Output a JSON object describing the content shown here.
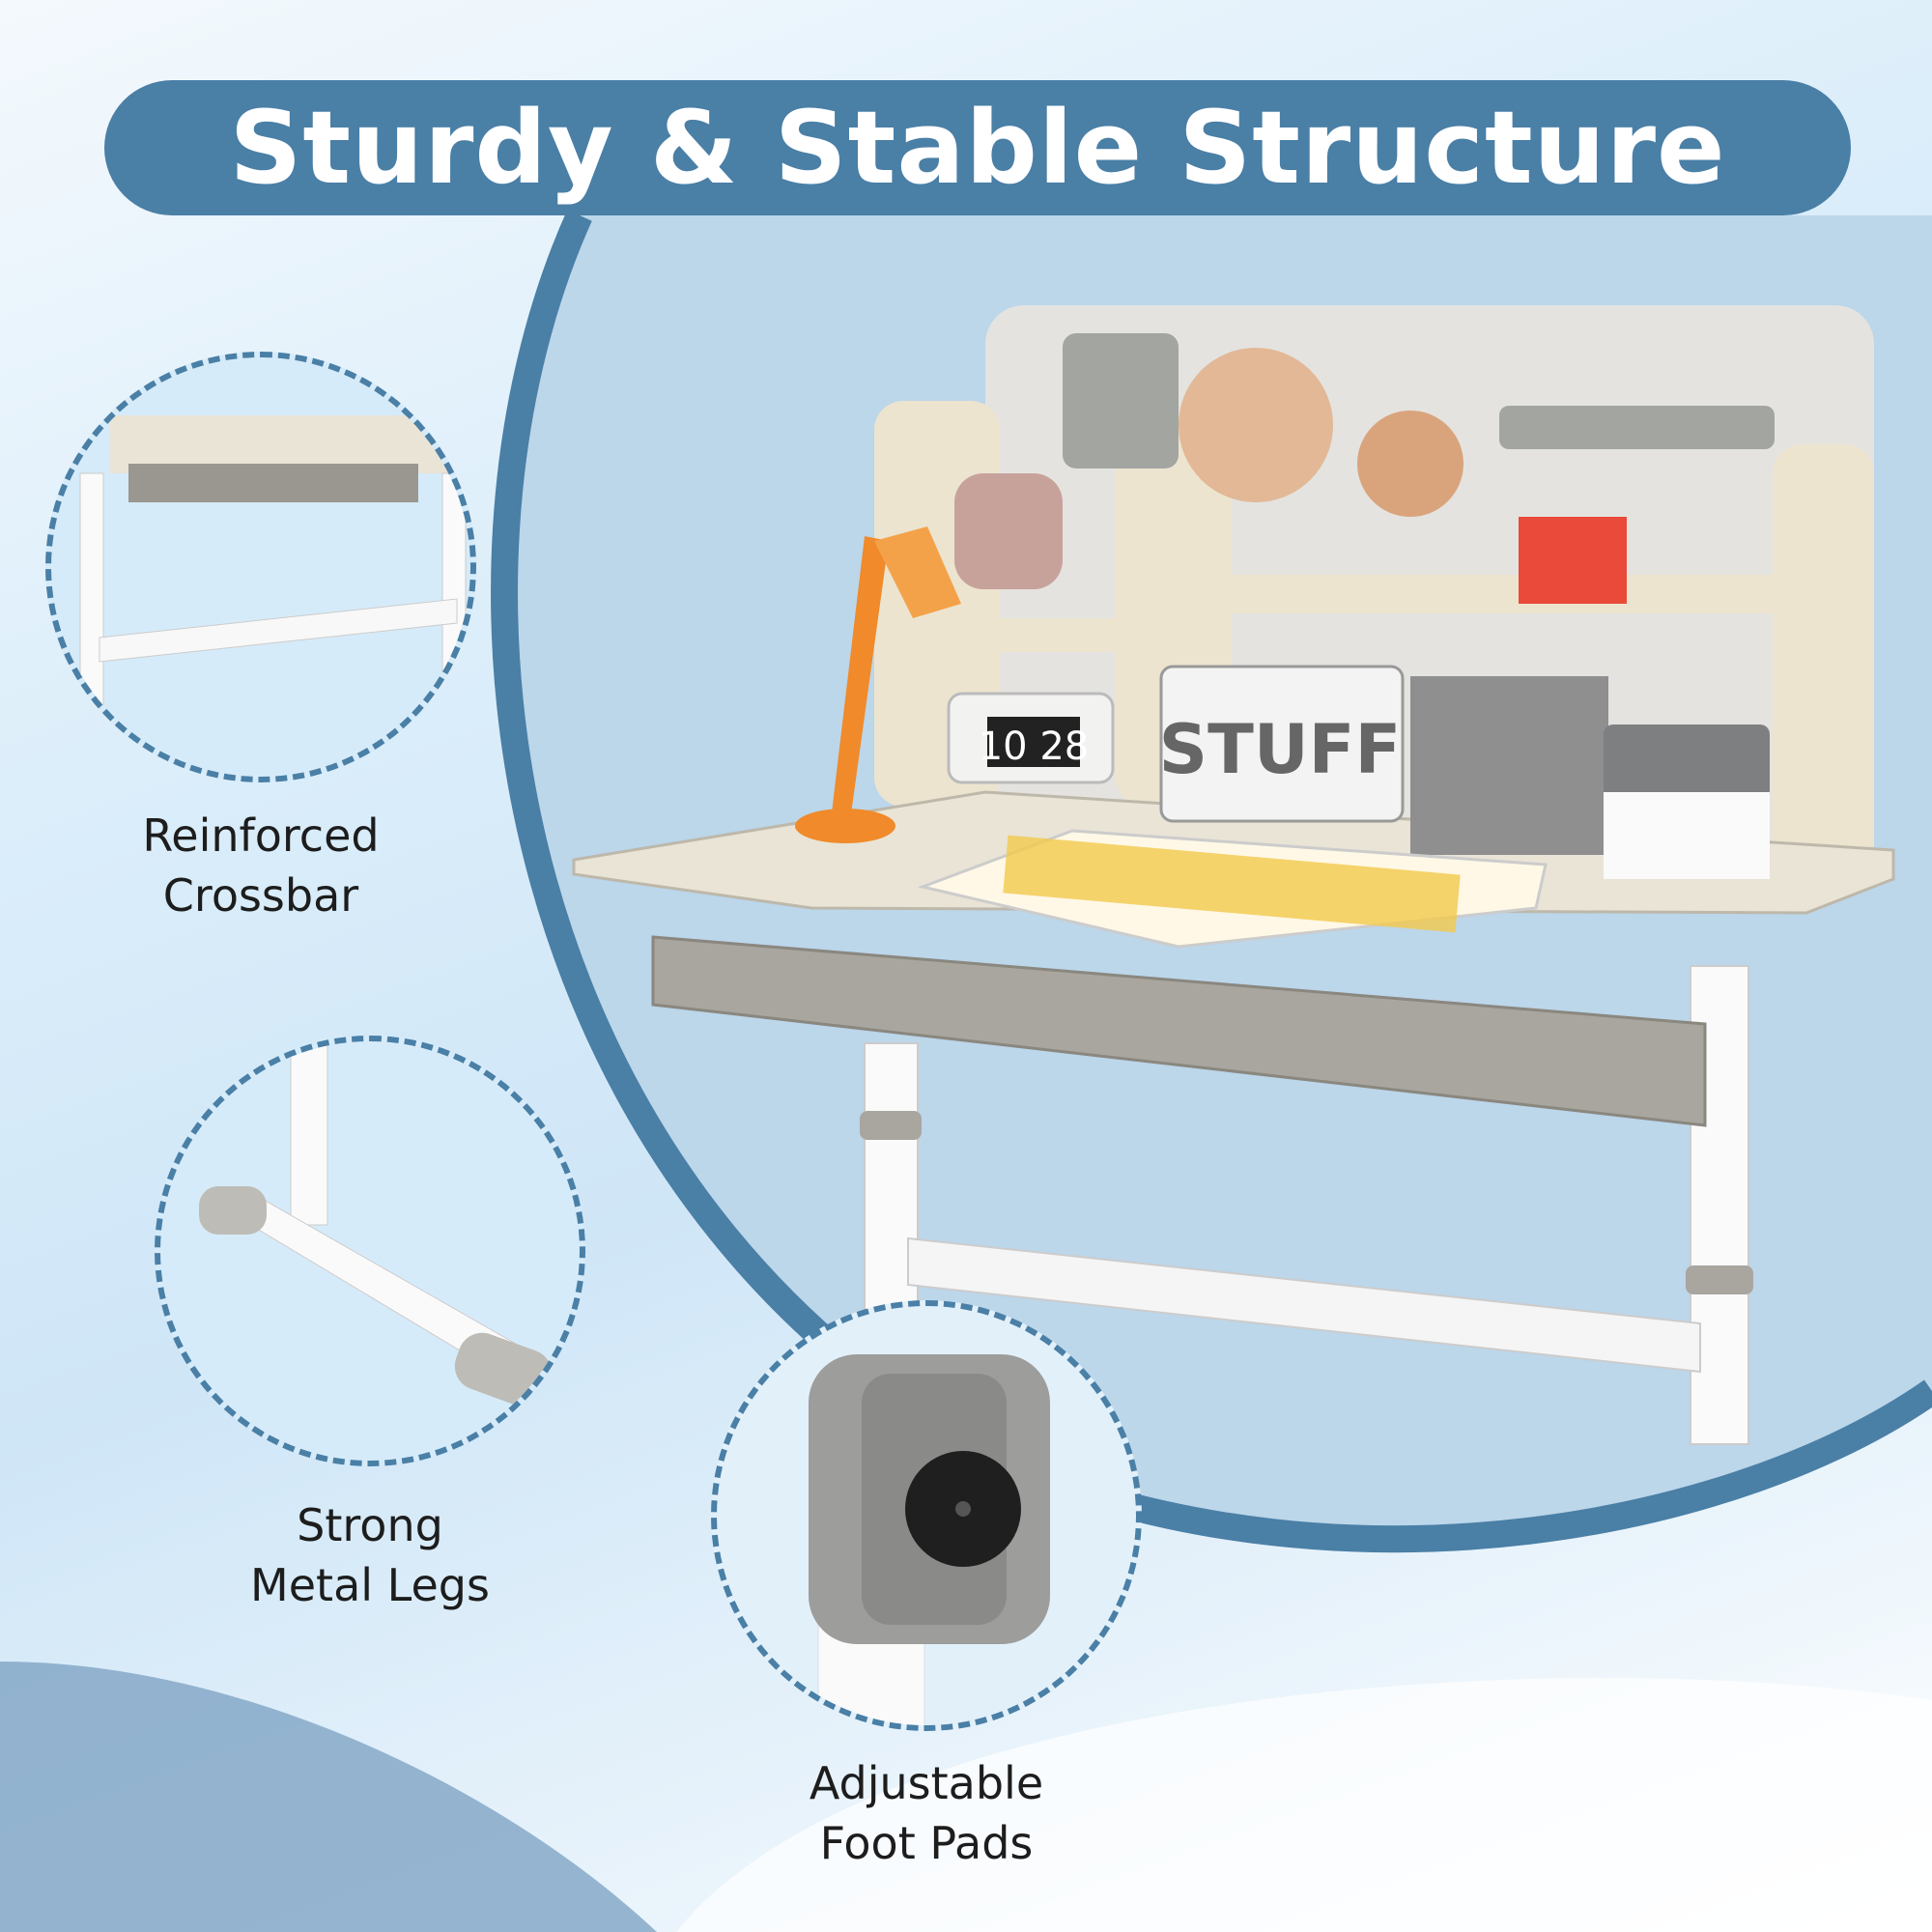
{
  "header": {
    "title": "Sturdy & Stable Structure"
  },
  "features": [
    {
      "line1": "Reinforced",
      "line2": "Crossbar"
    },
    {
      "line1": "Strong",
      "line2": "Metal Legs"
    },
    {
      "line1": "Adjustable",
      "line2": "Foot Pads"
    }
  ],
  "product": {
    "clock_time": "10 28",
    "basket_text": "STUFF"
  },
  "colors": {
    "accent": "#4a7fa6",
    "desk_top": "#e9e4d6",
    "drawer": "#a9a69f",
    "lamp": "#f08a2a"
  }
}
